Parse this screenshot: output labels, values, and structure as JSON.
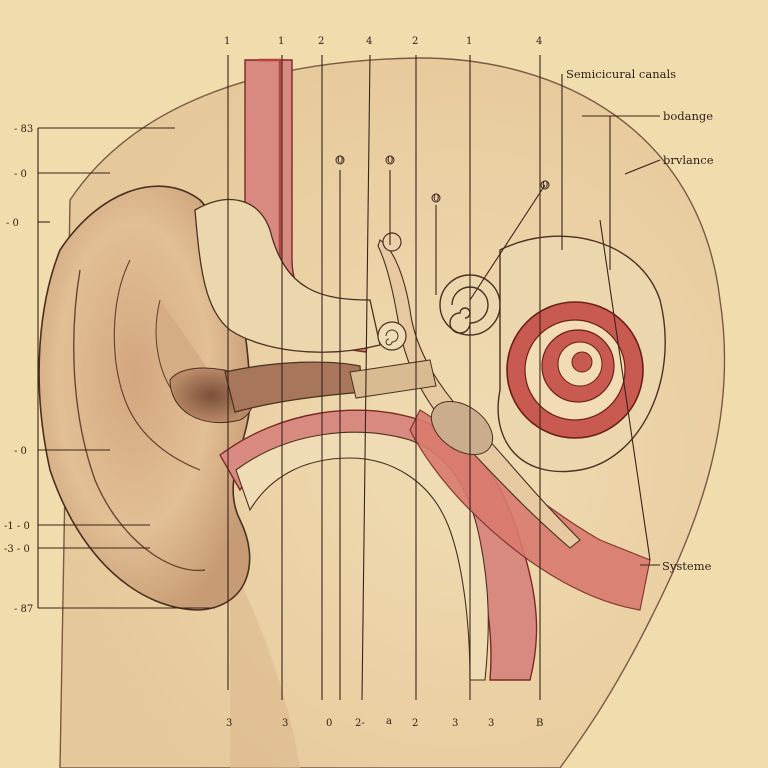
{
  "diagram": {
    "labels_right": {
      "semicircular": "Semicicural canals",
      "bodange": "bodange",
      "brvlance": "brvlance",
      "systeme": "Systeme"
    },
    "labels_top": [
      "1",
      "1",
      "2",
      "4",
      "2",
      "1",
      "4"
    ],
    "labels_left": [
      "- 83",
      "- 0",
      "- 0",
      "- 0",
      "-1 - 0",
      "-3 - 0",
      "- 87"
    ],
    "labels_bottom": [
      "3",
      "3",
      "0",
      "2-",
      "a",
      "2",
      "3",
      "3",
      "B"
    ],
    "labels_inner": [
      "0",
      "0",
      "0",
      "0"
    ],
    "colors": {
      "paper": "#f1dcae",
      "skin": "#ecd3a6",
      "red": "#c85a52",
      "ink": "#3a2418"
    }
  }
}
